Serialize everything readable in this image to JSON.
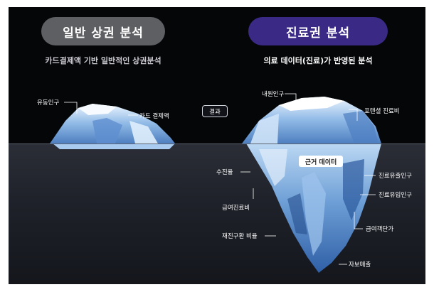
{
  "left": {
    "title": "일반 상권 분석",
    "subtitle": "카드결제액 기반 일반적인 상권분석",
    "labels": {
      "floating_population": "유동인구",
      "card_payment": "카드 결제액"
    }
  },
  "right": {
    "title": "진료권 분석",
    "subtitle": "의료 데이터(진료)가 반영된 분석",
    "above_labels": {
      "visiting_population": "내원인구",
      "potential_fee": "포텐셜 진료비"
    },
    "below_labels": {
      "visit_rate": "수진율",
      "insured_fee": "급여진료비",
      "revisit_rate": "재진구환 비율",
      "self_pay_sales": "자보매출",
      "outflow_population": "진료유출인구",
      "inflow_population": "진료유입인구",
      "insured_unit_price": "급여객단가"
    },
    "badge": "근거 데이터"
  },
  "center": {
    "result": "결과"
  },
  "colors": {
    "left_pill": "#5e5f63",
    "right_pill": "#3a2a86",
    "background": "#050608",
    "ice": "#9fc4ea"
  }
}
